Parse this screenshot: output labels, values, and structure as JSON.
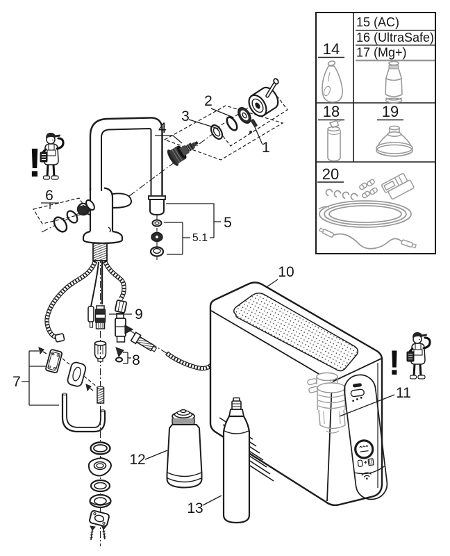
{
  "page": {
    "background": "#ffffff",
    "line_color": "#1c1c1c",
    "ghost_color": "#9a9a9a",
    "accessory_color": "#999999"
  },
  "diagram": {
    "type": "exploded-parts-diagram",
    "callouts": {
      "n1": "1",
      "n2": "2",
      "n3": "3",
      "n4": "4",
      "n5": "5",
      "n5_1": "5.1",
      "n6": "6",
      "n7": "7",
      "n8": "8",
      "n9": "9",
      "n10": "10",
      "n11": "11",
      "n12": "12",
      "n13": "13"
    },
    "warning_left": "!",
    "warning_right": "!"
  },
  "spares_table": {
    "cells": {
      "c14": "14",
      "c15": "15 (AC)",
      "c16": "16 (UltraSafe)",
      "c17": "17 (Mg+)",
      "c18": "18",
      "c19": "19",
      "c20": "20"
    }
  }
}
